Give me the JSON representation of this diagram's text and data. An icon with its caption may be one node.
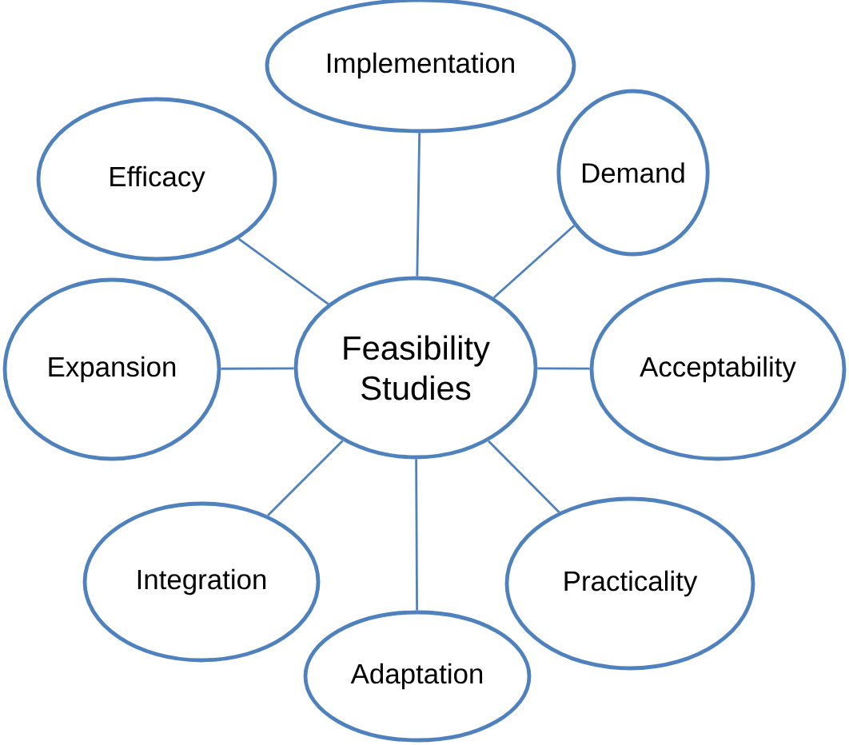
{
  "diagram": {
    "nodes": [
      {
        "text": [
          "Implementation"
        ]
      },
      {
        "text": [
          "Efficacy"
        ]
      },
      {
        "text": [
          "Demand"
        ]
      },
      {
        "text": [
          "Expansion"
        ]
      },
      {
        "text": [
          "Feasibility Studies"
        ]
      },
      {
        "text": [
          "Acceptability"
        ]
      },
      {
        "text": [
          "Integration"
        ]
      },
      {
        "text": [
          "Practicality"
        ]
      },
      {
        "text": [
          "Adaptation"
        ]
      }
    ],
    "edges": [
      {
        "from": 4,
        "to": 0,
        "arrow": "none"
      },
      {
        "from": 4,
        "to": 1,
        "arrow": "none"
      },
      {
        "from": 4,
        "to": 2,
        "arrow": "none"
      },
      {
        "from": 4,
        "to": 3,
        "arrow": "none"
      },
      {
        "from": 4,
        "to": 5,
        "arrow": "none"
      },
      {
        "from": 4,
        "to": 6,
        "arrow": "none"
      },
      {
        "from": 4,
        "to": 7,
        "arrow": "none"
      },
      {
        "from": 4,
        "to": 8,
        "arrow": "none"
      }
    ]
  }
}
